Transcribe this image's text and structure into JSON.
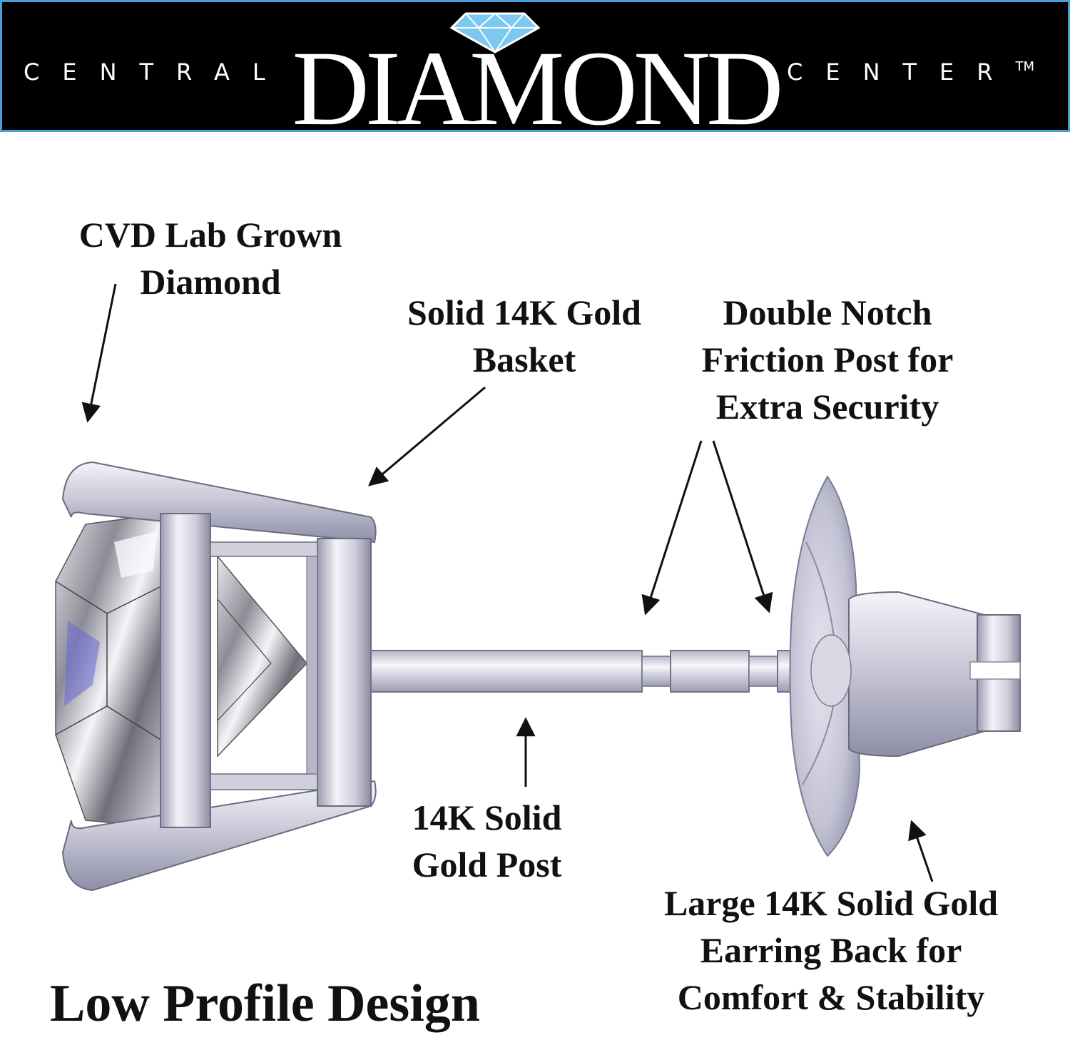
{
  "brand": {
    "left_word": "CENTRAL",
    "main_word": "DIAMOND",
    "right_word": "CENTER",
    "trademark": "TM",
    "logo_icon": "diamond-gem-icon",
    "colors": {
      "banner": "#000000",
      "border": "#4a9ed8",
      "gem": "#7cc8ef"
    }
  },
  "callouts": {
    "diamond": {
      "lines": [
        "CVD Lab Grown",
        "Diamond"
      ]
    },
    "basket": {
      "lines": [
        "Solid 14K Gold",
        "Basket"
      ]
    },
    "friction_post": {
      "lines": [
        "Double Notch",
        "Friction Post for",
        "Extra Security"
      ]
    },
    "gold_post": {
      "lines": [
        "14K Solid",
        "Gold Post"
      ]
    },
    "earring_back": {
      "lines": [
        "Large 14K Solid Gold",
        "Earring Back for",
        "Comfort & Stability"
      ]
    }
  },
  "title": "Low Profile Design"
}
